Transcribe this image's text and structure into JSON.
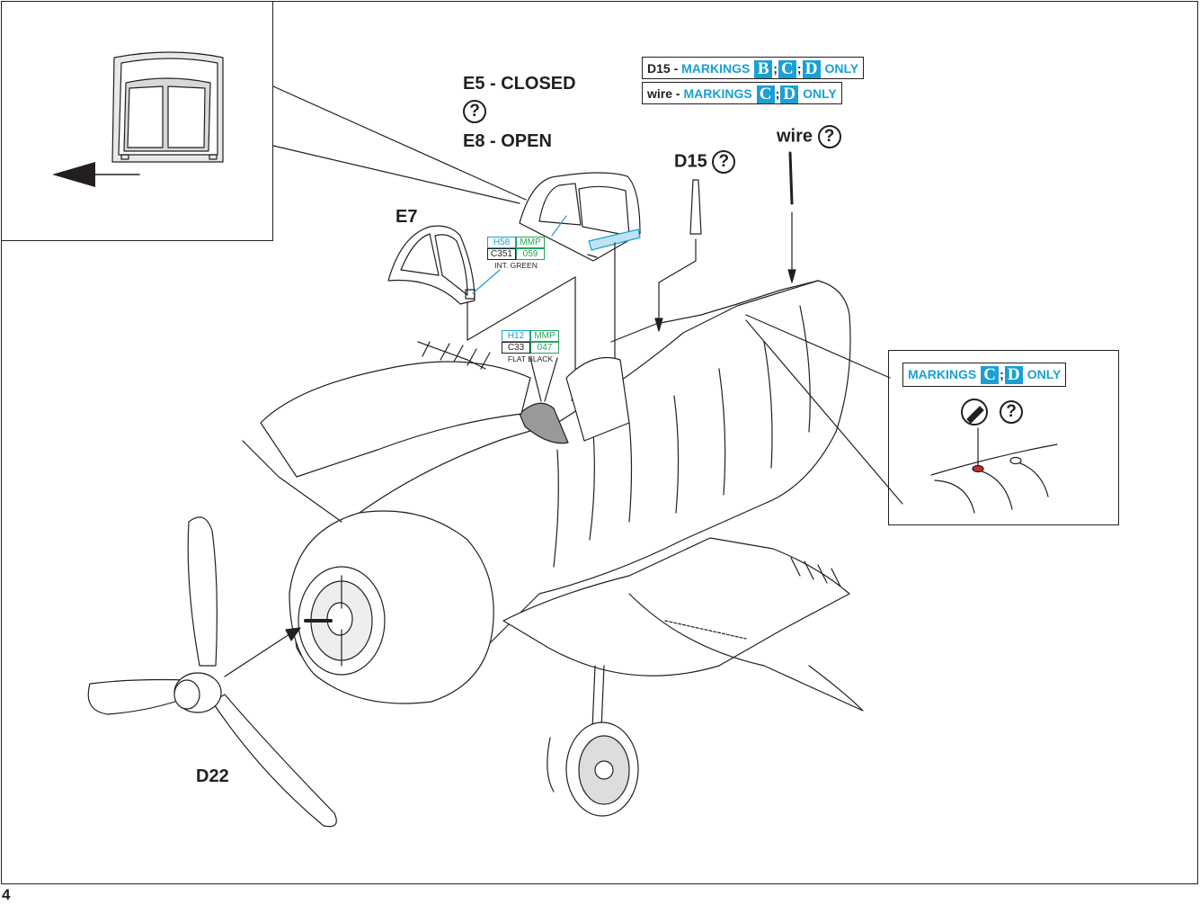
{
  "colors": {
    "accent": "#1aa0d4",
    "mmp": "#23a35a",
    "red_marker": "#d8262b"
  },
  "page_number": "4",
  "parts": {
    "e5": "E5 - CLOSED",
    "e8": "E8 - OPEN",
    "e7": "E7",
    "d15": "D15",
    "wire": "wire",
    "d22": "D22"
  },
  "notes": {
    "d15_note": {
      "prefix": "D15 - ",
      "markings_word": "MARKINGS",
      "letters": [
        "B",
        "C",
        "D"
      ],
      "sep": ";",
      "suffix": "ONLY"
    },
    "wire_note": {
      "prefix": "wire - ",
      "markings_word": "MARKINGS",
      "letters": [
        "C",
        "D"
      ],
      "sep": ";",
      "suffix": "ONLY"
    },
    "detail_note": {
      "markings_word": "MARKINGS",
      "letters": [
        "C",
        "D"
      ],
      "sep": ";",
      "suffix": "ONLY"
    }
  },
  "paints": {
    "interior": {
      "h": "H58",
      "mmp": "MMP",
      "c": "C351",
      "mmp_num": "059",
      "name": "INT. GREEN"
    },
    "black": {
      "h": "H12",
      "mmp": "MMP",
      "c": "C33",
      "mmp_num": "047",
      "name": "FLAT BLACK"
    }
  },
  "icons": {
    "question": "question-circle-icon",
    "pen": "paint-pen-icon",
    "arrow": "direction-arrow-icon"
  },
  "question_glyph": "?"
}
